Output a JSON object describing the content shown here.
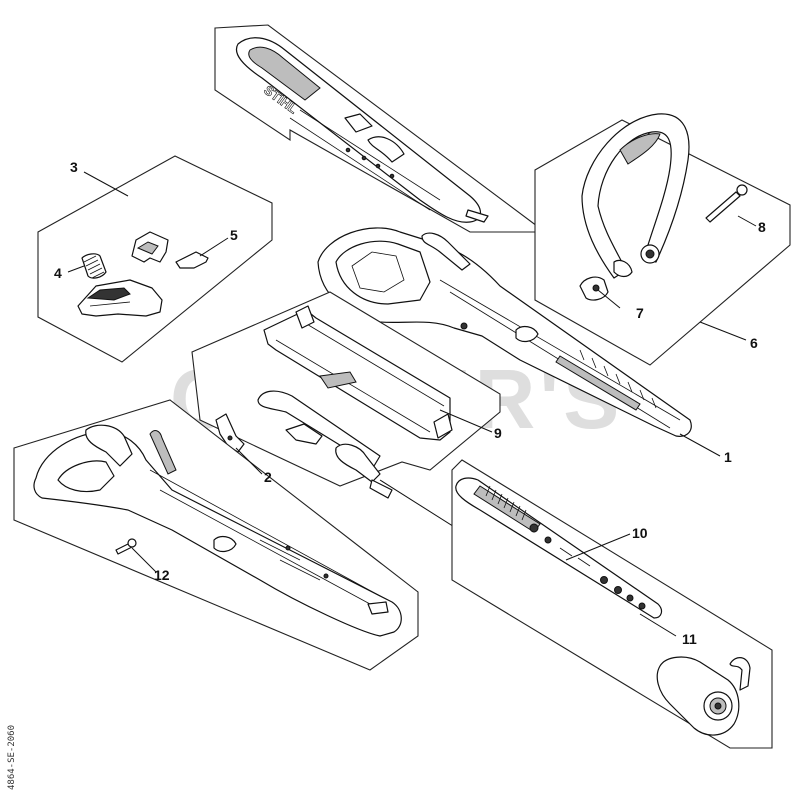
{
  "watermark": "COTTER'S",
  "brand_logo": "STIHL",
  "drawing_code": "4864-SE-2060",
  "callouts": [
    "1",
    "2",
    "3",
    "4",
    "5",
    "6",
    "7",
    "8",
    "9",
    "10",
    "11",
    "12"
  ],
  "colors": {
    "line": "#111111",
    "background": "#ffffff",
    "watermark": "#d4d4d4",
    "shade": "#bdbdbd"
  }
}
